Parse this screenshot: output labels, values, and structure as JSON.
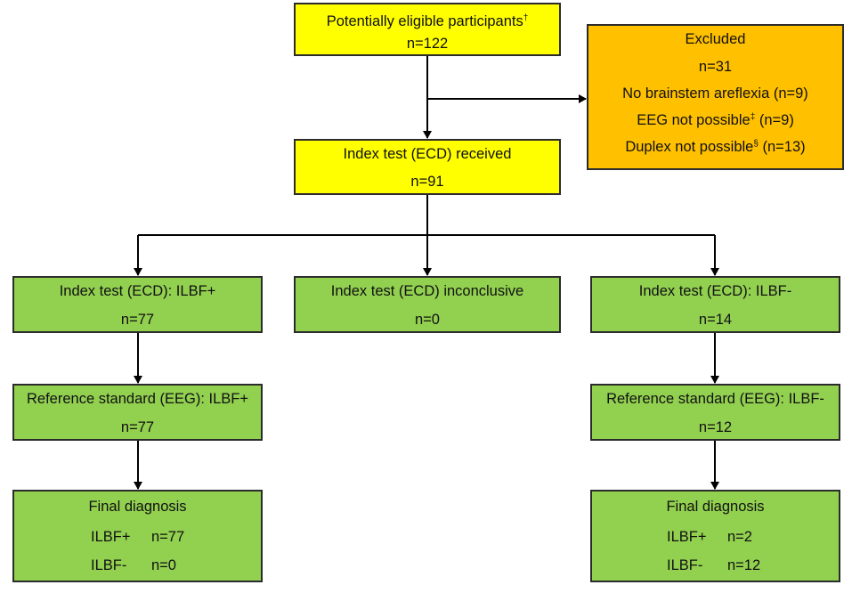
{
  "colors": {
    "yellow_box": "#ffff00",
    "orange_box": "#ffc000",
    "green_box": "#92d050",
    "border": "#2b2b2b",
    "arrow": "#000000"
  },
  "boxes": {
    "eligible": {
      "title": "Potentially eligible participants",
      "title_mark": "†",
      "n": "n=122"
    },
    "excluded": {
      "title": "Excluded",
      "n": "n=31",
      "reasons": [
        {
          "text": "No brainstem areflexia (n=9)",
          "mark": "",
          "suffix": ""
        },
        {
          "text": "EEG not possible",
          "mark": "‡",
          "suffix": " (n=9)"
        },
        {
          "text": "Duplex not possible",
          "mark": "§",
          "suffix": " (n=13)"
        }
      ]
    },
    "index_received": {
      "title": "Index test (ECD) received",
      "n": "n=91"
    },
    "index_positive": {
      "title": "Index test (ECD): ILBF+",
      "n": "n=77"
    },
    "index_inconclusive": {
      "title": "Index test (ECD) inconclusive",
      "n": "n=0"
    },
    "index_negative": {
      "title": "Index test (ECD): ILBF-",
      "n": "n=14"
    },
    "reference_positive": {
      "title": "Reference standard (EEG): ILBF+",
      "n": "n=77"
    },
    "reference_negative": {
      "title": "Reference standard (EEG): ILBF-",
      "n": "n=12"
    },
    "final_left": {
      "title": "Final diagnosis",
      "rows": [
        {
          "label": "ILBF+",
          "value": "n=77"
        },
        {
          "label": "ILBF-",
          "value": "n=0"
        }
      ]
    },
    "final_right": {
      "title": "Final diagnosis",
      "rows": [
        {
          "label": "ILBF+",
          "value": "n=2"
        },
        {
          "label": "ILBF-",
          "value": "n=12"
        }
      ]
    }
  }
}
